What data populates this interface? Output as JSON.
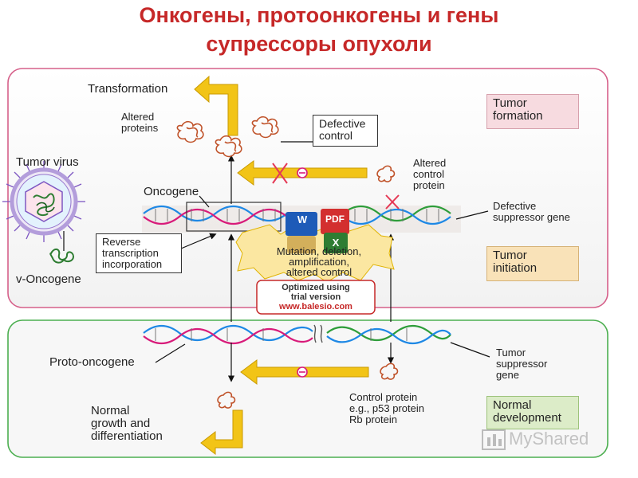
{
  "title": {
    "line1": "Онкогены, протоонкогены и гены",
    "line2": "супрессоры опухоли"
  },
  "upper_panel": {
    "transformation": "Transformation",
    "altered_proteins": [
      "Altered",
      "proteins"
    ],
    "defective_control": [
      "Defective",
      "control"
    ],
    "altered_control_protein": [
      "Altered",
      "control",
      "protein"
    ],
    "tumor_virus": "Tumor virus",
    "oncogene": "Oncogene",
    "defective_suppressor_gene": [
      "Defective",
      "suppressor gene"
    ],
    "reverse_transcription": [
      "Reverse",
      "transcription",
      "incorporation"
    ],
    "v_oncogene": "v-Oncogene",
    "mutation": [
      "Mutation, deletion,",
      "amplification,",
      "altered control"
    ],
    "tumor_formation": [
      "Tumor",
      "formation"
    ],
    "tumor_initiation": [
      "Tumor",
      "initiation"
    ]
  },
  "lower_panel": {
    "proto_oncogene": "Proto-oncogene",
    "tumor_suppressor_gene": [
      "Tumor",
      "suppressor",
      "gene"
    ],
    "control_protein": [
      "Control protein",
      "e.g., p53 protein",
      "Rb protein"
    ],
    "normal_growth": [
      "Normal",
      "growth and",
      "differentiation"
    ],
    "normal_development": [
      "Normal",
      "development"
    ]
  },
  "overlay": {
    "optimized": [
      "Optimized using",
      "trial version"
    ],
    "url": "www.balesio.com",
    "pdf_icon_text": "PDF",
    "w_icon_text": "W",
    "x_icon_text": "X"
  },
  "watermark": "MyShared",
  "colors": {
    "title": "#c62828",
    "upper_border": "#d6608a",
    "lower_border": "#4caf50",
    "box_pink": "#f7dbe0",
    "box_tan": "#f9e2b8",
    "box_green": "#dcecc8",
    "arrow_yellow": "#f2c417",
    "dna_pink": "#d81b7a",
    "dna_blue": "#1e88e5",
    "dna_green": "#2e9d3a",
    "blob": "#c0532a"
  }
}
